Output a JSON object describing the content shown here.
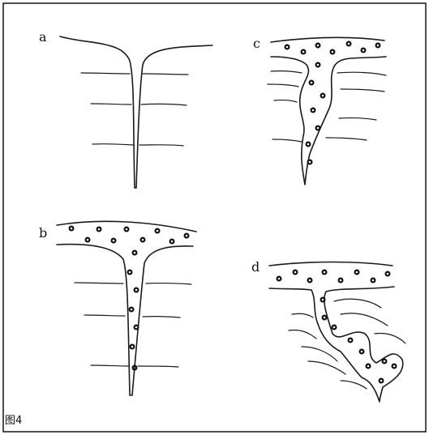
{
  "figure": {
    "panels": [
      {
        "label": "a"
      },
      {
        "label": "b"
      },
      {
        "label": "c"
      },
      {
        "label": "d"
      }
    ],
    "caption": "图4"
  },
  "colors": {
    "ink": "#1a1a1a",
    "background": "#ffffff"
  }
}
